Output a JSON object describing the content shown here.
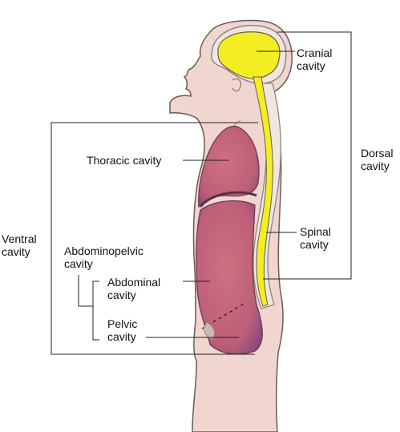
{
  "labels": {
    "cranial": [
      "Cranial",
      "cavity"
    ],
    "dorsal": [
      "Dorsal",
      "cavity"
    ],
    "thoracic": "Thoracic cavity",
    "ventral": [
      "Ventral",
      "cavity"
    ],
    "spinal": [
      "Spinal",
      "cavity"
    ],
    "abdominopelvic": [
      "Abdominopelvic",
      "cavity"
    ],
    "abdominal": [
      "Abdominal",
      "cavity"
    ],
    "pelvic": [
      "Pelvic",
      "cavity"
    ]
  },
  "colors": {
    "skin": "#f1d6cf",
    "skin_outline": "#6b5a57",
    "cavity": "#c96877",
    "cavity_dark": "#8e4c7a",
    "neural": "#f2ee22",
    "bone": "#efe7df",
    "bone_outline": "#8c8482",
    "line": "#222222"
  }
}
